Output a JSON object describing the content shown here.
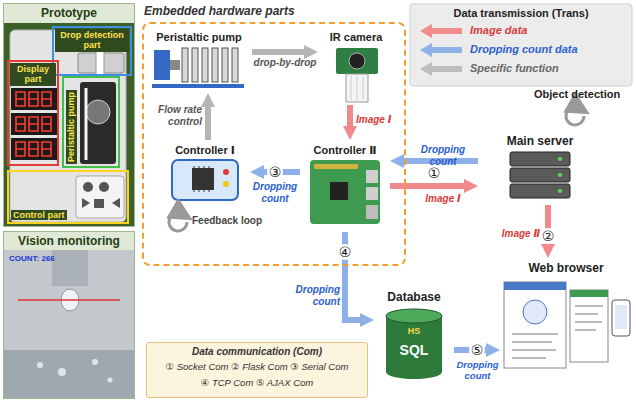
{
  "diagram": {
    "nodes": [
      {
        "text": [
          "Prototype"
        ]
      },
      {
        "text": [
          "Drop detection part"
        ],
        "in": 0
      },
      {
        "text": [
          "Display part"
        ],
        "in": 0
      },
      {
        "text": [
          "Peristaltic pump"
        ],
        "in": 0
      },
      {
        "text": [
          "Control part"
        ],
        "in": 0
      },
      {
        "text": [
          "Vision monitoring",
          "COUNT: 266"
        ]
      },
      {
        "text": [
          "Embedded hardware parts"
        ]
      },
      {
        "text": [
          "Peristaltic pump"
        ],
        "in": 6
      },
      {
        "text": [
          "IR camera"
        ],
        "in": 6
      },
      {
        "text": [
          "Controller Ⅰ"
        ],
        "in": 6
      },
      {
        "text": [
          "Controller Ⅱ"
        ],
        "in": 6
      },
      {
        "text": [
          "Main server"
        ]
      },
      {
        "text": [
          "Database"
        ]
      },
      {
        "text": [
          "Web browser"
        ]
      },
      {
        "text": [
          "Data communication (Com)",
          "① Socket Com ② Flask Com ③ Serial Com",
          "④ TCP Com ⑤ AJAX Com"
        ]
      }
    ],
    "edges": [
      {
        "from": 7,
        "to": 8,
        "label": "drop-by-drop",
        "arrow": "to"
      },
      {
        "from": 8,
        "to": 10,
        "label": "Image Ⅰ",
        "arrow": "to"
      },
      {
        "from": 10,
        "to": 11,
        "label": "Image Ⅰ",
        "arrow": "to"
      },
      {
        "from": 11,
        "to": 10,
        "label": "Dropping count",
        "arrow": "to"
      },
      {
        "from": 10,
        "to": 9,
        "label": "Dropping count",
        "arrow": "to"
      },
      {
        "from": 9,
        "to": 7,
        "label": "Flow rate control",
        "arrow": "to"
      },
      {
        "from": 10,
        "to": 12,
        "label": "Dropping count",
        "arrow": "to"
      },
      {
        "from": 11,
        "to": 13,
        "label": "Image Ⅱ",
        "arrow": "to"
      },
      {
        "from": 12,
        "to": 13,
        "label": "Dropping count",
        "arrow": "to"
      }
    ],
    "labels": [
      "Data transmission (Trans)",
      "Object detection",
      "Feedback loop",
      "①",
      "②",
      "③",
      "④",
      "⑤",
      "HS",
      "SQL"
    ],
    "legend": [
      {
        "text": "Image data"
      },
      {
        "text": "Dropping count data"
      },
      {
        "text": "Specific function"
      }
    ]
  }
}
